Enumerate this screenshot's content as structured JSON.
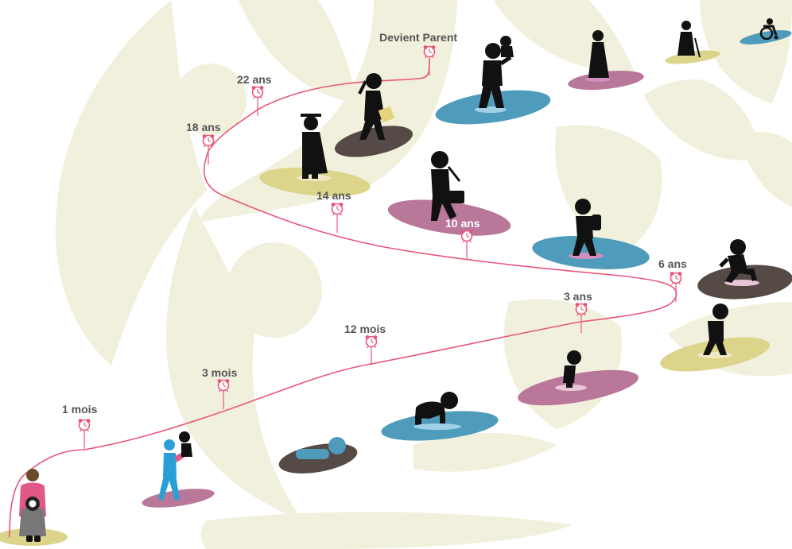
{
  "milestones": {
    "m1": "1 mois",
    "m3": "3 mois",
    "m12": "12 mois",
    "y3": "3 ans",
    "y6": "6 ans",
    "y10": "10 ans",
    "y14": "14 ans",
    "y18": "18 ans",
    "y22": "22 ans",
    "parent": "Devient Parent"
  },
  "colors": {
    "path": "#e8577a",
    "label": "#555555",
    "background_shape": "#f1f0dc",
    "platform_teal": "#4e9bbb",
    "platform_mauve": "#b9779a",
    "platform_khaki": "#dcd48a",
    "platform_brown": "#554a46",
    "figure": "#0d0d0d",
    "figure_highlight_blue": "#2a9fd6",
    "mother_pink": "#e25889"
  },
  "icons": [
    "pregnant-mother-icon",
    "parent-holding-baby-icon",
    "lying-baby-icon",
    "crawling-baby-icon",
    "sitting-toddler-icon",
    "walking-toddler-icon",
    "running-child-icon",
    "schoolchild-backpack-icon",
    "student-bag-icon",
    "graduate-icon",
    "young-woman-walking-icon",
    "parent-with-baby-icon",
    "adult-woman-icon",
    "elderly-cane-icon",
    "wheelchair-icon",
    "alarm-clock-icon"
  ]
}
